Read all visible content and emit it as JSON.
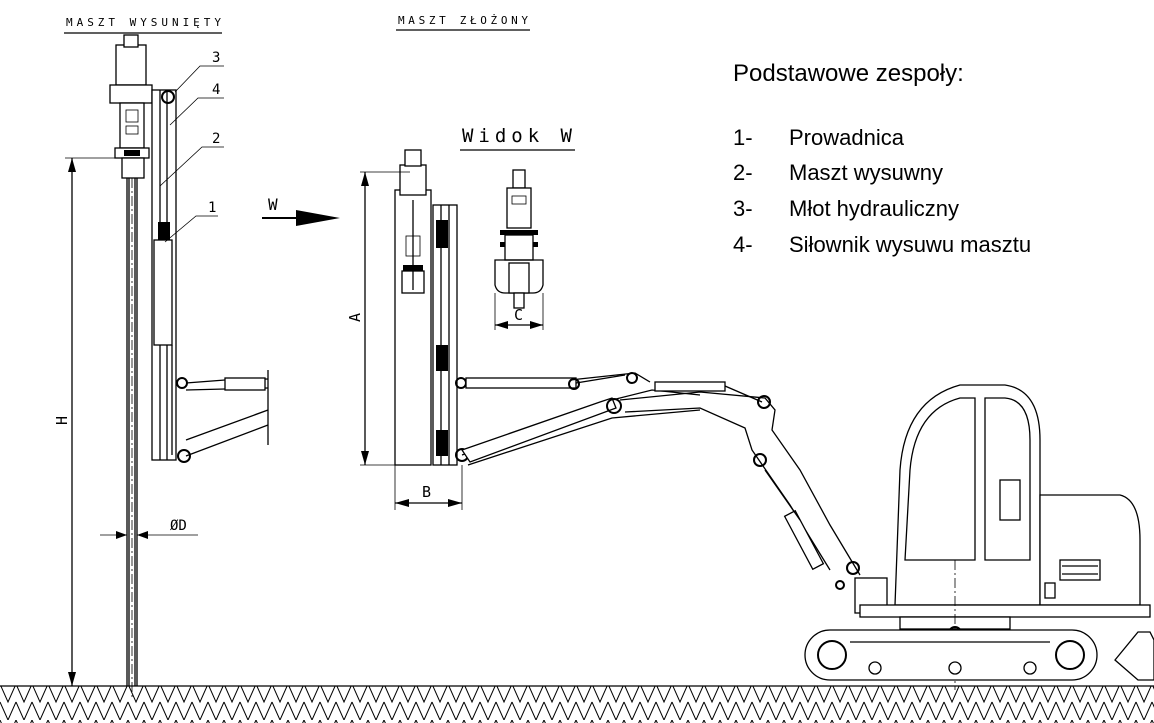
{
  "labels": {
    "extended": "MASZT WYSUNIĘTY",
    "folded": "MASZT ZŁOŻONY",
    "view": "Widok W",
    "arrow": "W",
    "dim_h": "H",
    "dim_a": "A",
    "dim_b": "B",
    "dim_c": "C",
    "dim_d": "ØD",
    "callouts": [
      "3",
      "4",
      "2",
      "1"
    ]
  },
  "legend": {
    "title": "Podstawowe zespoły:",
    "items": [
      {
        "num": "1-",
        "text": "Prowadnica"
      },
      {
        "num": "2-",
        "text": "Maszt wysuwny"
      },
      {
        "num": "3-",
        "text": "Młot hydrauliczny"
      },
      {
        "num": "4-",
        "text": "Siłownik wysuwu masztu"
      }
    ]
  }
}
